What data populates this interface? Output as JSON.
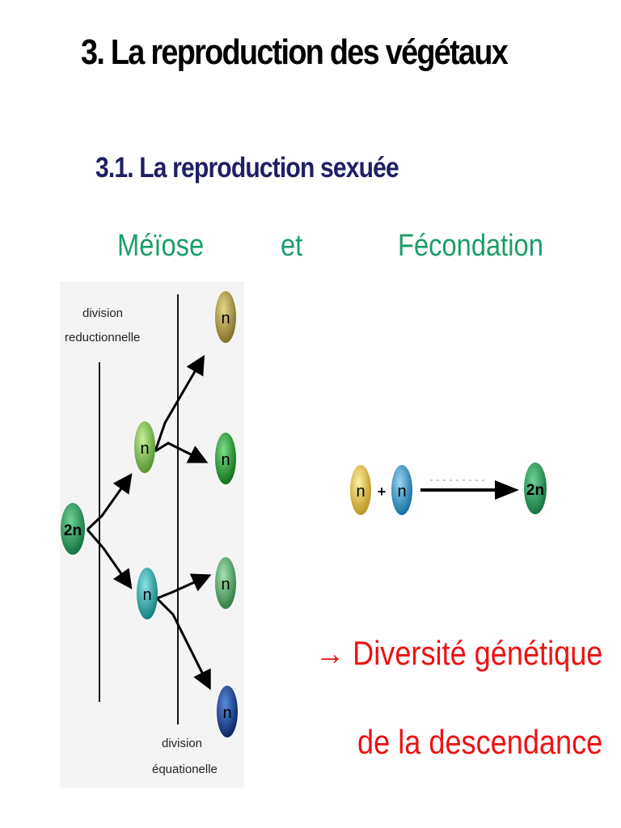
{
  "title": "3. La reproduction des végétaux",
  "subtitle": "3.1. La reproduction sexuée",
  "labels": {
    "meiose": "Méïose",
    "et": "et",
    "fecondation": "Fécondation"
  },
  "diagram": {
    "label_reductionnelle": [
      "division",
      "reductionnelle"
    ],
    "label_equationelle": [
      "division",
      "équationelle"
    ],
    "cell_2n": "2n",
    "cell_n": "n"
  },
  "fecondation": {
    "cell_n": "n",
    "plus": "+",
    "result": "2n"
  },
  "conclusion": {
    "arrow": "→",
    "line1": "Diversité génétique",
    "line2": "de la descendance"
  },
  "colors": {
    "title": "#000000",
    "subtitle": "#1f1f66",
    "green_text": "#1a9e6a",
    "red_text": "#ee1111",
    "cell_2n": "#1c8f52",
    "cell_n_lightgreen": "#79b84a",
    "cell_n_teal": "#1aa3a3",
    "cell_n_olive": "#a39442",
    "cell_n_green": "#1d9a2a",
    "cell_n_medgreen": "#4daa62",
    "cell_n_navy": "#0d3a8a",
    "cell_n_yellow": "#e6c02a",
    "cell_n_blue": "#1a90c9"
  }
}
